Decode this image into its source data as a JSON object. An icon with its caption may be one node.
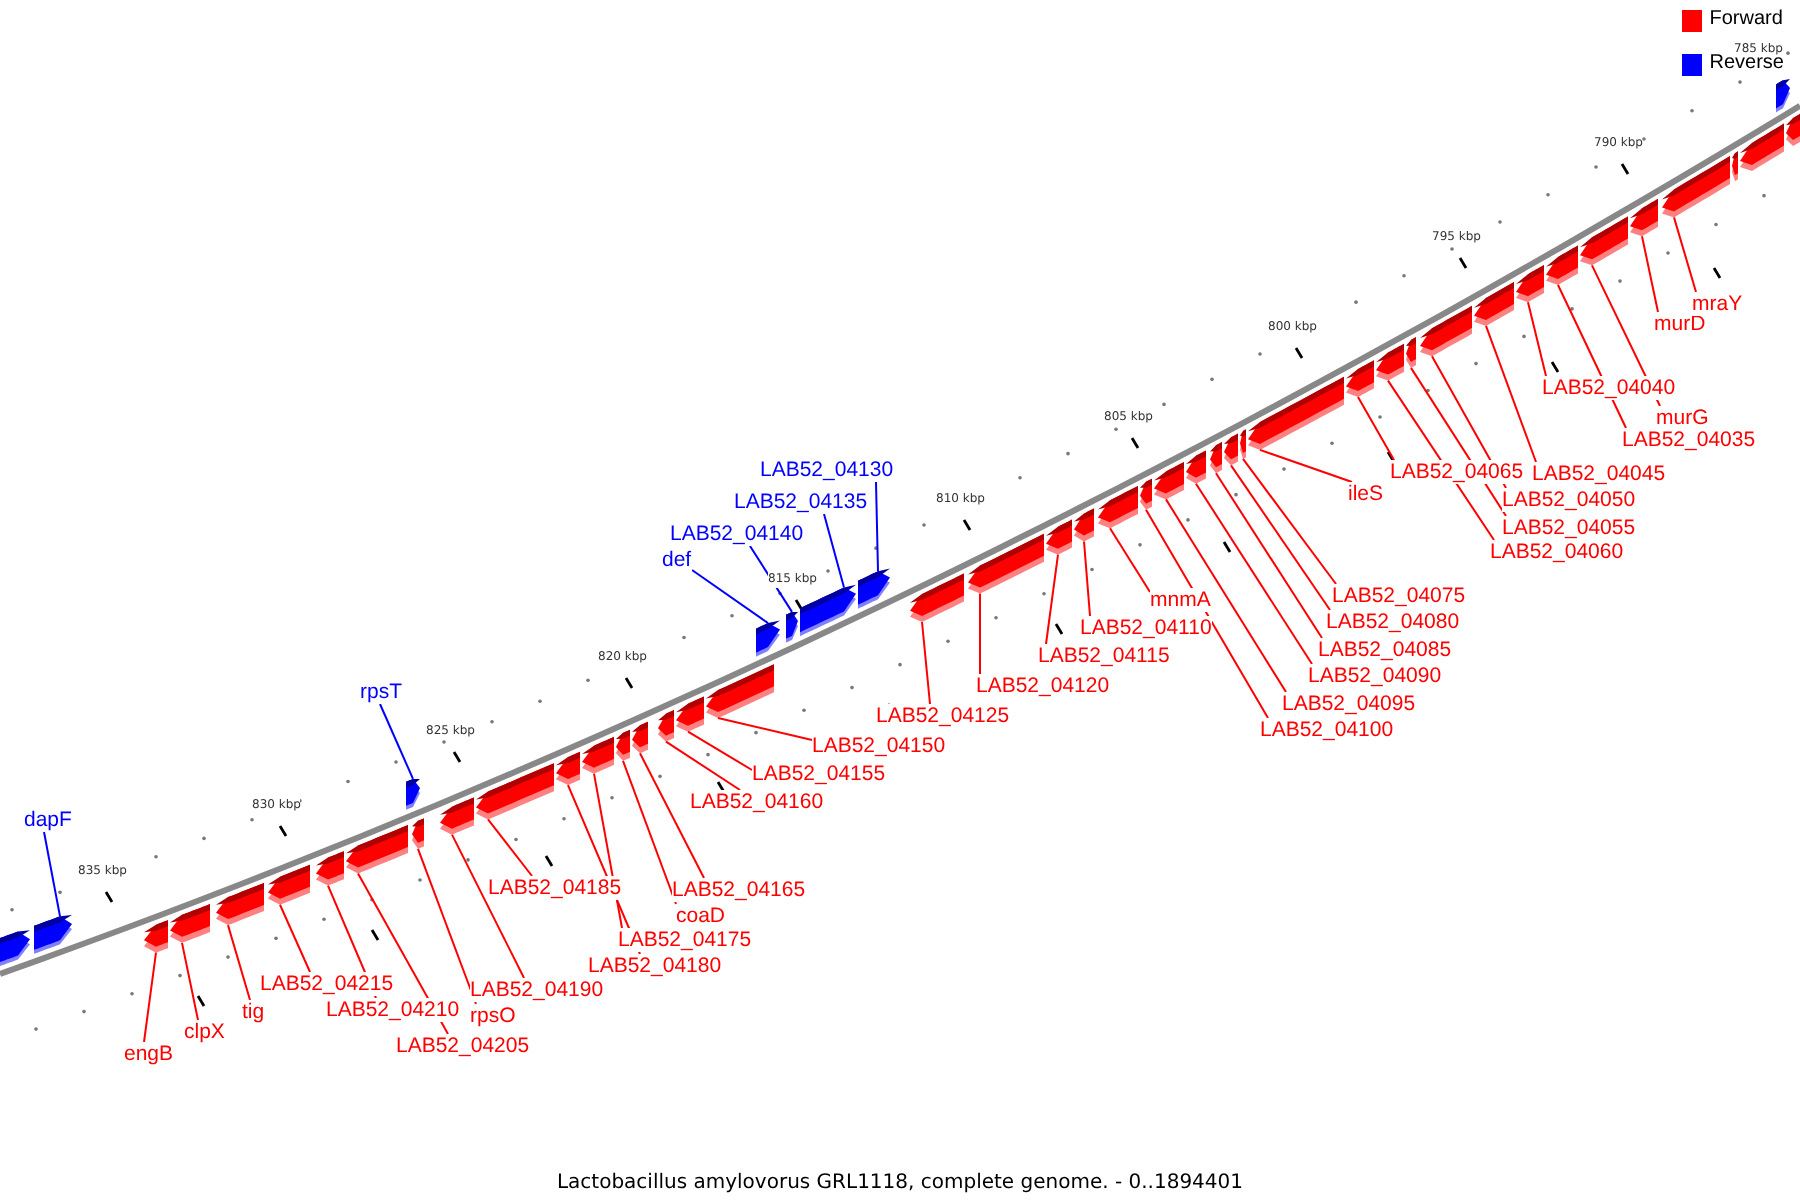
{
  "diagram": {
    "caption": "Lactobacillus amylovorus GRL1118, complete genome. - 0..1894401",
    "nodes": [
      {
        "text": [
          "dapF"
        ]
      },
      {
        "text": [
          "rpsT"
        ]
      },
      {
        "text": [
          "def"
        ]
      },
      {
        "text": [
          "LAB52_04140"
        ]
      },
      {
        "text": [
          "LAB52_04135"
        ]
      },
      {
        "text": [
          "LAB52_04130"
        ]
      },
      {
        "text": [
          "engB"
        ]
      },
      {
        "text": [
          "clpX"
        ]
      },
      {
        "text": [
          "tig"
        ]
      },
      {
        "text": [
          "LAB52_04215"
        ]
      },
      {
        "text": [
          "LAB52_04210"
        ]
      },
      {
        "text": [
          "LAB52_04205"
        ]
      },
      {
        "text": [
          "rpsO"
        ]
      },
      {
        "text": [
          "LAB52_04190"
        ]
      },
      {
        "text": [
          "LAB52_04185"
        ]
      },
      {
        "text": [
          "LAB52_04180"
        ]
      },
      {
        "text": [
          "LAB52_04175"
        ]
      },
      {
        "text": [
          "coaD"
        ]
      },
      {
        "text": [
          "LAB52_04165"
        ]
      },
      {
        "text": [
          "LAB52_04160"
        ]
      },
      {
        "text": [
          "LAB52_04155"
        ]
      },
      {
        "text": [
          "LAB52_04150"
        ]
      },
      {
        "text": [
          "LAB52_04125"
        ]
      },
      {
        "text": [
          "LAB52_04120"
        ]
      },
      {
        "text": [
          "LAB52_04115"
        ]
      },
      {
        "text": [
          "LAB52_04110"
        ]
      },
      {
        "text": [
          "mnmA"
        ]
      },
      {
        "text": [
          "LAB52_04100"
        ]
      },
      {
        "text": [
          "LAB52_04095"
        ]
      },
      {
        "text": [
          "LAB52_04090"
        ]
      },
      {
        "text": [
          "LAB52_04085"
        ]
      },
      {
        "text": [
          "LAB52_04080"
        ]
      },
      {
        "text": [
          "LAB52_04075"
        ]
      },
      {
        "text": [
          "ileS"
        ]
      },
      {
        "text": [
          "LAB52_04065"
        ]
      },
      {
        "text": [
          "LAB52_04060"
        ]
      },
      {
        "text": [
          "LAB52_04055"
        ]
      },
      {
        "text": [
          "LAB52_04050"
        ]
      },
      {
        "text": [
          "LAB52_04045"
        ]
      },
      {
        "text": [
          "LAB52_04040"
        ]
      },
      {
        "text": [
          "LAB52_04035"
        ]
      },
      {
        "text": [
          "murG"
        ]
      },
      {
        "text": [
          "murD"
        ]
      },
      {
        "text": [
          "mraY"
        ]
      },
      {
        "text": [],
        "shape": "box"
      },
      {
        "text": [],
        "shape": "box"
      },
      {
        "text": [],
        "shape": "box"
      },
      {
        "text": [],
        "shape": "box"
      },
      {
        "text": [],
        "shape": "box"
      },
      {
        "text": [],
        "shape": "box"
      },
      {
        "text": [],
        "shape": "box"
      },
      {
        "text": [],
        "shape": "box"
      },
      {
        "text": [],
        "shape": "box"
      },
      {
        "text": [],
        "shape": "box"
      },
      {
        "text": [],
        "shape": "box"
      },
      {
        "text": [],
        "shape": "box"
      },
      {
        "text": [],
        "shape": "box"
      },
      {
        "text": [],
        "shape": "box"
      },
      {
        "text": [],
        "shape": "box"
      },
      {
        "text": [],
        "shape": "box"
      },
      {
        "text": [],
        "shape": "box"
      },
      {
        "text": [],
        "shape": "box"
      },
      {
        "text": [],
        "shape": "box"
      },
      {
        "text": [],
        "shape": "box"
      },
      {
        "text": [],
        "shape": "box"
      },
      {
        "text": [],
        "shape": "box"
      },
      {
        "text": [],
        "shape": "box"
      },
      {
        "text": [],
        "shape": "box"
      },
      {
        "text": [],
        "shape": "box"
      },
      {
        "text": [],
        "shape": "box"
      },
      {
        "text": [],
        "shape": "box"
      },
      {
        "text": [],
        "shape": "box"
      },
      {
        "text": [],
        "shape": "box"
      },
      {
        "text": [],
        "shape": "box"
      },
      {
        "text": [],
        "shape": "box"
      },
      {
        "text": [],
        "shape": "box"
      },
      {
        "text": [],
        "shape": "box"
      },
      {
        "text": [],
        "shape": "box"
      },
      {
        "text": [],
        "shape": "box"
      },
      {
        "text": [],
        "shape": "box"
      },
      {
        "text": [],
        "shape": "box"
      },
      {
        "text": [],
        "shape": "box"
      },
      {
        "text": [],
        "shape": "box"
      },
      {
        "text": [],
        "shape": "box"
      },
      {
        "text": [],
        "shape": "box"
      },
      {
        "text": [],
        "shape": "box"
      },
      {
        "text": [],
        "shape": "box"
      },
      {
        "text": [],
        "shape": "box"
      },
      {
        "text": [],
        "shape": "box"
      },
      {
        "text": [],
        "shape": "box"
      },
      {
        "text": [],
        "shape": "box"
      },
      {
        "text": [],
        "shape": "box"
      },
      {
        "text": [],
        "shape": "box"
      }
    ],
    "edges": [
      {
        "from": 0,
        "to": 45,
        "arrow": "none",
        "color": "#0000ff"
      },
      {
        "from": 1,
        "to": 52,
        "arrow": "none",
        "color": "#0000ff"
      },
      {
        "from": 2,
        "to": 63,
        "arrow": "none",
        "color": "#0000ff"
      },
      {
        "from": 3,
        "to": 64,
        "arrow": "none",
        "color": "#0000ff"
      },
      {
        "from": 4,
        "to": 65,
        "arrow": "none",
        "color": "#0000ff"
      },
      {
        "from": 5,
        "to": 66,
        "arrow": "none",
        "color": "#0000ff"
      },
      {
        "from": 6,
        "to": 46,
        "arrow": "none"
      },
      {
        "from": 7,
        "to": 47,
        "arrow": "none"
      },
      {
        "from": 8,
        "to": 48,
        "arrow": "none"
      },
      {
        "from": 9,
        "to": 49,
        "arrow": "none"
      },
      {
        "from": 10,
        "to": 50,
        "arrow": "none"
      },
      {
        "from": 11,
        "to": 51,
        "arrow": "none"
      },
      {
        "from": 12,
        "to": 53,
        "arrow": "none"
      },
      {
        "from": 13,
        "to": 54,
        "arrow": "none"
      },
      {
        "from": 14,
        "to": 55,
        "arrow": "none"
      },
      {
        "from": 15,
        "to": 56,
        "arrow": "none"
      },
      {
        "from": 16,
        "to": 57,
        "arrow": "none"
      },
      {
        "from": 17,
        "to": 58,
        "arrow": "none"
      },
      {
        "from": 18,
        "to": 59,
        "arrow": "none"
      },
      {
        "from": 19,
        "to": 60,
        "arrow": "none"
      },
      {
        "from": 20,
        "to": 61,
        "arrow": "none"
      },
      {
        "from": 21,
        "to": 62,
        "arrow": "none"
      },
      {
        "from": 22,
        "to": 67,
        "arrow": "none"
      },
      {
        "from": 23,
        "to": 68,
        "arrow": "none"
      },
      {
        "from": 24,
        "to": 69,
        "arrow": "none"
      },
      {
        "from": 25,
        "to": 70,
        "arrow": "none"
      },
      {
        "from": 26,
        "to": 71,
        "arrow": "none"
      },
      {
        "from": 27,
        "to": 72,
        "arrow": "none"
      },
      {
        "from": 28,
        "to": 73,
        "arrow": "none"
      },
      {
        "from": 29,
        "to": 74,
        "arrow": "none"
      },
      {
        "from": 30,
        "to": 75,
        "arrow": "none"
      },
      {
        "from": 31,
        "to": 76,
        "arrow": "none"
      },
      {
        "from": 32,
        "to": 77,
        "arrow": "none"
      },
      {
        "from": 33,
        "to": 78,
        "arrow": "none"
      },
      {
        "from": 34,
        "to": 79,
        "arrow": "none"
      },
      {
        "from": 35,
        "to": 80,
        "arrow": "none"
      },
      {
        "from": 36,
        "to": 81,
        "arrow": "none"
      },
      {
        "from": 37,
        "to": 82,
        "arrow": "none"
      },
      {
        "from": 38,
        "to": 83,
        "arrow": "none"
      },
      {
        "from": 39,
        "to": 84,
        "arrow": "none"
      },
      {
        "from": 40,
        "to": 85,
        "arrow": "none"
      },
      {
        "from": 41,
        "to": 86,
        "arrow": "none"
      },
      {
        "from": 42,
        "to": 87,
        "arrow": "none"
      },
      {
        "from": 43,
        "to": 88,
        "arrow": "none"
      }
    ],
    "labels": [
      "785 kbp",
      "790 kbp",
      "795 kbp",
      "800 kbp",
      "805 kbp",
      "810 kbp",
      "815 kbp",
      "820 kbp",
      "825 kbp",
      "830 kbp",
      "835 kbp"
    ],
    "legend": [
      {
        "text": "Forward",
        "color": "#ff0000"
      },
      {
        "text": "Reverse",
        "color": "#0000ff"
      }
    ]
  }
}
